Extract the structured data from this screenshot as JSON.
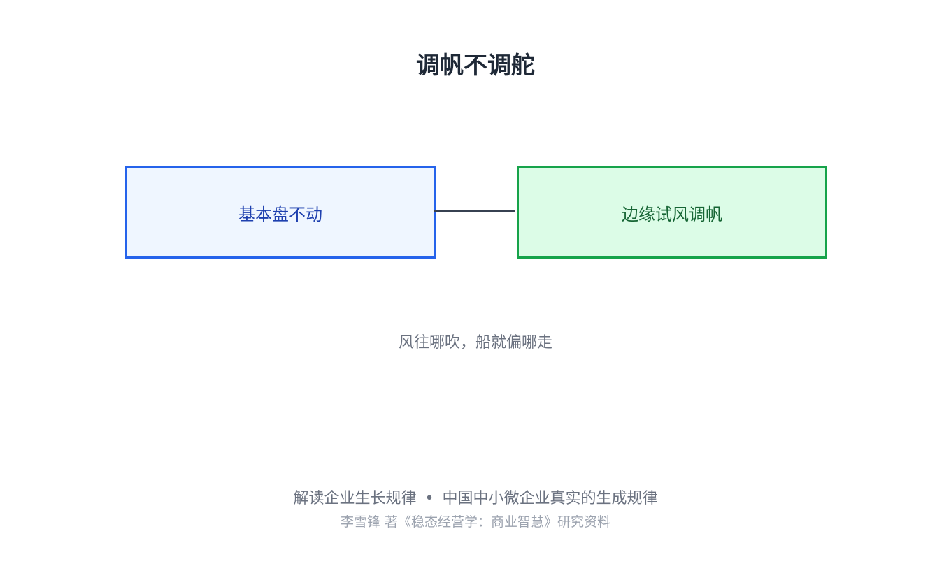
{
  "diagram": {
    "title": "调帆不调舵",
    "left_box": {
      "label": "基本盘不动"
    },
    "right_box": {
      "label": "边缘试风调帆"
    },
    "caption": "风往哪吹，船就偏哪走"
  },
  "footer": {
    "part_one": "解读企业生长规律",
    "separator": "•",
    "part_two": "中国中小微企业真实的生成规律",
    "source": "李雪锋 著《稳态经营学：商业智慧》研究资料"
  },
  "colors": {
    "left_border": "#2563eb",
    "left_fill": "#eff6ff",
    "right_border": "#16a34a",
    "right_fill": "#dcfce7",
    "connector": "#374151"
  }
}
